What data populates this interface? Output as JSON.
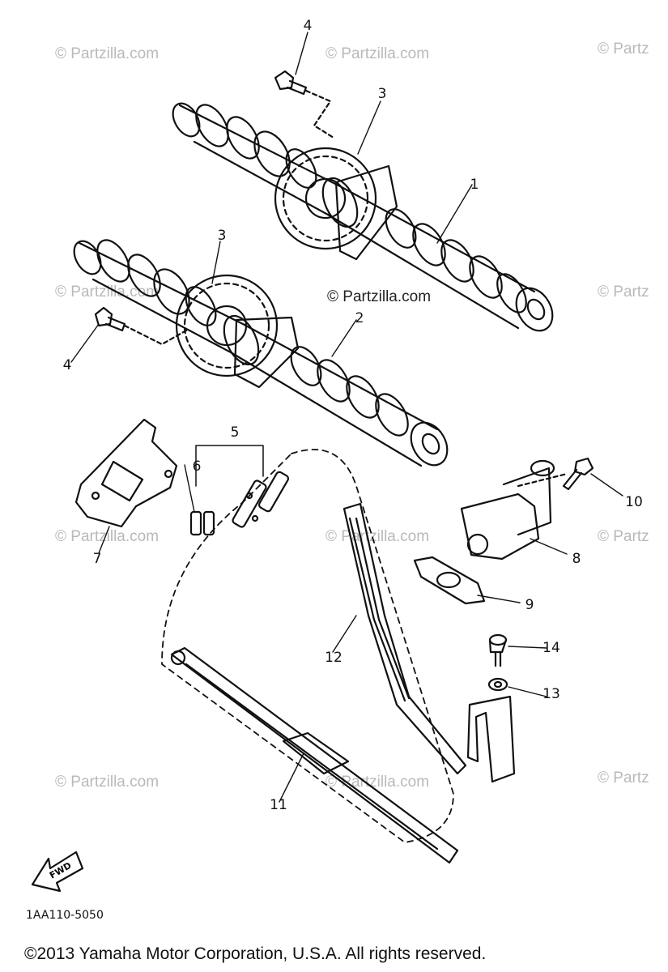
{
  "watermark": "© Partzilla.com",
  "watermark_clipped": "© Partz",
  "center_watermark": "© Partzilla.com",
  "parts": [
    {
      "ref": "1"
    },
    {
      "ref": "2"
    },
    {
      "ref": "3"
    },
    {
      "ref": "3"
    },
    {
      "ref": "4"
    },
    {
      "ref": "4"
    },
    {
      "ref": "5"
    },
    {
      "ref": "6"
    },
    {
      "ref": "7"
    },
    {
      "ref": "8"
    },
    {
      "ref": "9"
    },
    {
      "ref": "10"
    },
    {
      "ref": "11"
    },
    {
      "ref": "12"
    },
    {
      "ref": "13"
    },
    {
      "ref": "14"
    }
  ],
  "fwd_label": "FWD",
  "drawing_code": "1AA110-5050",
  "copyright": "©2013  Yamaha Motor Corporation, U.S.A. All rights reserved."
}
